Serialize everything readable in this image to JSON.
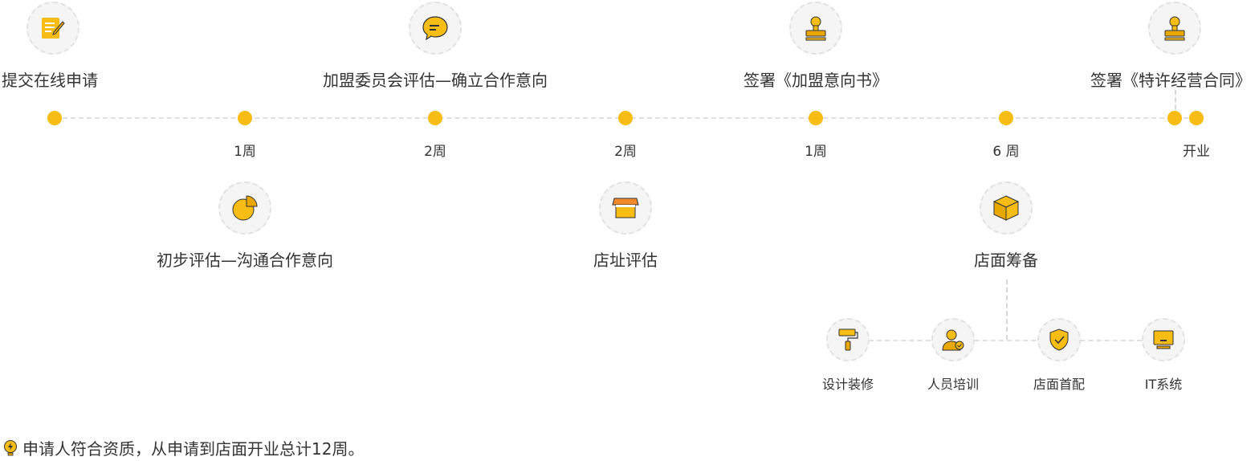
{
  "colors": {
    "accent": "#f7bd14",
    "accent_dark": "#e8a800",
    "line": "#e0e0e0",
    "circle_bg": "#f5f5f5"
  },
  "steps_top": [
    {
      "label": "提交在线申请",
      "icon": "document-edit-icon"
    },
    {
      "label": "加盟委员会评估—确立合作意向",
      "icon": "chat-bubble-icon"
    },
    {
      "label": "签署《加盟意向书》",
      "icon": "stamp-icon"
    },
    {
      "label": "签署《特许经营合同》",
      "icon": "stamp-icon"
    }
  ],
  "steps_bottom": [
    {
      "label": "初步评估—沟通合作意向",
      "icon": "pie-chart-icon"
    },
    {
      "label": "店址评估",
      "icon": "storefront-icon"
    },
    {
      "label": "店面筹备",
      "icon": "box-icon"
    }
  ],
  "durations": [
    "1周",
    "2周",
    "2周",
    "1周",
    "6 周"
  ],
  "opening": "开业",
  "prep_items": [
    {
      "label": "设计装修",
      "icon": "paint-roller-icon"
    },
    {
      "label": "人员培训",
      "icon": "staff-icon"
    },
    {
      "label": "店面首配",
      "icon": "shield-check-icon"
    },
    {
      "label": "IT系统",
      "icon": "monitor-icon"
    }
  ],
  "note": {
    "icon": "lightbulb-icon",
    "text": "申请人符合资质，从申请到店面开业总计12周。"
  }
}
